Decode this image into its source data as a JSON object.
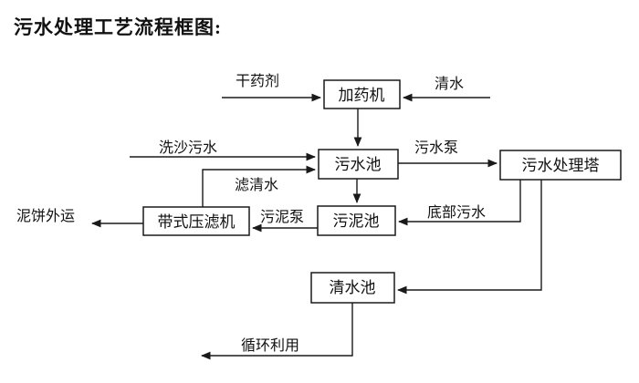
{
  "title": "污水处理工艺流程框图:",
  "diagram": {
    "nodes": {
      "dosing_machine": "加药机",
      "sewage_pool": "污水池",
      "treatment_tower": "污水处理塔",
      "sludge_pool": "污泥池",
      "belt_filter_press": "带式压滤机",
      "clean_water_pool": "清水池"
    },
    "labels": {
      "dry_chemical": "干药剂",
      "clean_water": "清水",
      "sand_washing_sewage": "洗沙污水",
      "filtered_water": "滤清水",
      "sewage_pump": "污水泵",
      "bottom_sewage": "底部污水",
      "sludge_pump": "污泥泵",
      "mud_cake_out": "泥饼外运",
      "recycle": "循环利用"
    },
    "colors": {
      "line": "#1a1a1a",
      "box_border": "#1a1a1a",
      "box_fill": "#ffffff",
      "text": "#111111",
      "background": "#ffffff"
    }
  }
}
